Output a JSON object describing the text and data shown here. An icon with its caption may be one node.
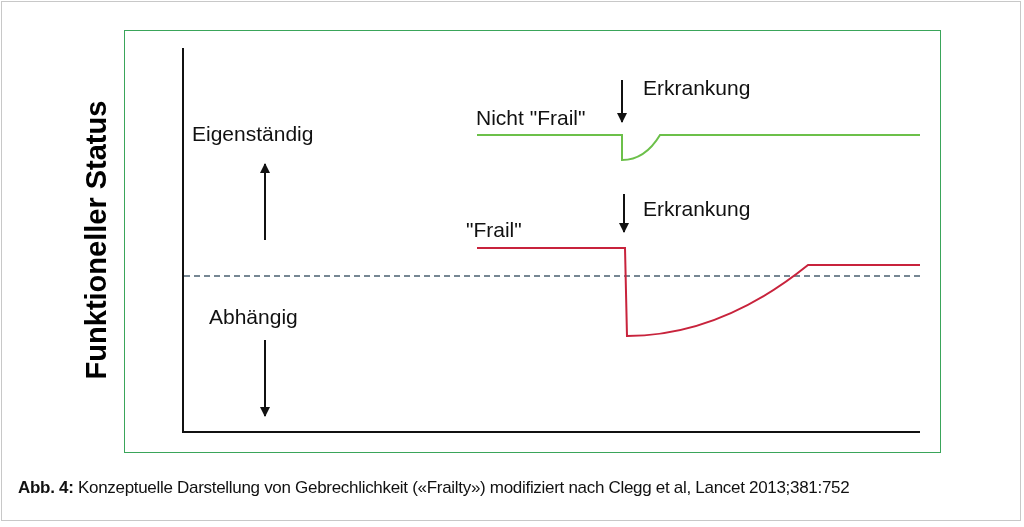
{
  "diagram": {
    "caption": "**Abb. 4:** Konzeptuelle Darstellung von Gebrechlichkeit («Frailty») modifiziert nach Clegg et al, Lancet 2013;381:752",
    "labels": [
      "Funktioneller Status",
      "Nicht \"Frail\"",
      "Erkrankung",
      "Eigenständig",
      "\"Frail\"",
      "Erkrankung",
      "Abhängig"
    ]
  }
}
